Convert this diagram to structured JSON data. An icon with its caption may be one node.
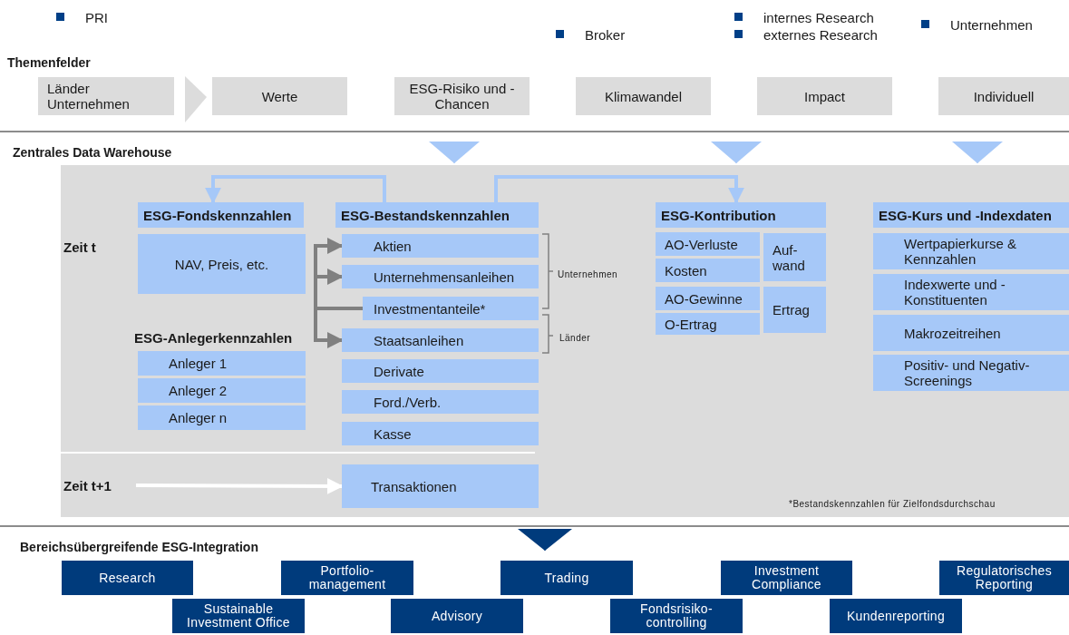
{
  "diagram": {
    "nodes": [
      {
        "text": [
          "Länder Unternehmen"
        ]
      },
      {
        "text": [
          "Werte"
        ]
      },
      {
        "text": [
          "ESG-Risiko und -Chancen"
        ]
      },
      {
        "text": [
          "Klimawandel"
        ]
      },
      {
        "text": [
          "Impact"
        ]
      },
      {
        "text": [
          "Individuell"
        ]
      },
      {
        "text": [],
        "shape": "box"
      },
      {
        "text": [
          "ESG-Fondskennzahlen"
        ],
        "in": 6
      },
      {
        "text": [
          "NAV, Preis, etc."
        ],
        "in": 6
      },
      {
        "text": [
          "ESG-Bestandskennzahlen"
        ],
        "in": 6
      },
      {
        "text": [
          "Aktien"
        ],
        "in": 6
      },
      {
        "text": [
          "Unternehmensanleihen"
        ],
        "in": 6
      },
      {
        "text": [
          "Investmentanteile*"
        ],
        "in": 6
      },
      {
        "text": [
          "Staatsanleihen"
        ],
        "in": 6
      },
      {
        "text": [
          "Derivate"
        ],
        "in": 6
      },
      {
        "text": [
          "Ford./Verb."
        ],
        "in": 6
      },
      {
        "text": [
          "Kasse"
        ],
        "in": 6
      },
      {
        "text": [
          "Anleger 1"
        ],
        "in": 6
      },
      {
        "text": [
          "Anleger 2"
        ],
        "in": 6
      },
      {
        "text": [
          "Anleger n"
        ],
        "in": 6
      },
      {
        "text": [
          "ESG-Kontribution"
        ],
        "in": 6
      },
      {
        "text": [
          "AO-Verluste"
        ],
        "in": 6
      },
      {
        "text": [
          "Kosten"
        ],
        "in": 6
      },
      {
        "text": [
          "Auf- wand"
        ],
        "in": 6
      },
      {
        "text": [
          "AO-Gewinne"
        ],
        "in": 6
      },
      {
        "text": [
          "O-Ertrag"
        ],
        "in": 6
      },
      {
        "text": [
          "Ertrag"
        ],
        "in": 6
      },
      {
        "text": [
          "ESG-Kurs und -Indexdaten"
        ],
        "in": 6
      },
      {
        "text": [
          "Wertpapierkurse & Kennzahlen"
        ],
        "in": 6
      },
      {
        "text": [
          "Indexwerte und -Konstituenten"
        ],
        "in": 6
      },
      {
        "text": [
          "Makrozeitreihen"
        ],
        "in": 6
      },
      {
        "text": [
          "Positiv- und Negativ- Screenings"
        ],
        "in": 6
      },
      {
        "text": [
          "Transaktionen"
        ],
        "in": 6
      },
      {
        "text": [
          "Zeit t+1"
        ],
        "in": 6
      },
      {
        "text": [
          "Research"
        ]
      },
      {
        "text": [
          "Portfolio- management"
        ]
      },
      {
        "text": [
          "Trading"
        ]
      },
      {
        "text": [
          "Investment Compliance"
        ]
      },
      {
        "text": [
          "Regulatorisches Reporting"
        ]
      },
      {
        "text": [
          "Sustainable Investment Office"
        ]
      },
      {
        "text": [
          "Advisory"
        ]
      },
      {
        "text": [
          "Fondsrisiko- controlling"
        ]
      },
      {
        "text": [
          "Kundenreporting"
        ]
      }
    ],
    "edges": [
      {
        "from": 0,
        "to": 1,
        "arrow": "to",
        "color": "#dcdcdc"
      },
      {
        "from": 9,
        "to": 7,
        "arrow": "to",
        "color": "#a6c8f8"
      },
      {
        "from": 9,
        "to": 20,
        "arrow": "to",
        "color": "#a6c8f8"
      },
      {
        "from": 12,
        "to": 10,
        "arrow": "to",
        "color": "#808080"
      },
      {
        "from": 12,
        "to": 11,
        "arrow": "to",
        "color": "#808080"
      },
      {
        "from": 12,
        "to": 13,
        "arrow": "to",
        "color": "#808080"
      },
      {
        "from": 33,
        "to": 32,
        "arrow": "to",
        "color": "#ffffff"
      },
      {
        "from": null,
        "to": 6,
        "arrow": "to",
        "color": "#a6c8f8"
      },
      {
        "from": null,
        "to": 6,
        "arrow": "to",
        "color": "#a6c8f8"
      },
      {
        "from": null,
        "to": 6,
        "arrow": "to",
        "color": "#a6c8f8"
      },
      {
        "from": 6,
        "to": 36,
        "arrow": "to",
        "color": "#003b7c"
      }
    ],
    "labels": [
      "PRI",
      "Broker",
      "internes Research",
      "externes Research",
      "Unternehmen",
      "Themenfelder",
      "Zentrales Data Warehouse",
      "Zeit t",
      "ESG-Anlegerkennzahlen",
      "Unternehmen",
      "Länder",
      "*Bestandskennzahlen für Zielfondsdurchschau",
      "Bereichsübergreifende ESG-Integration"
    ]
  }
}
